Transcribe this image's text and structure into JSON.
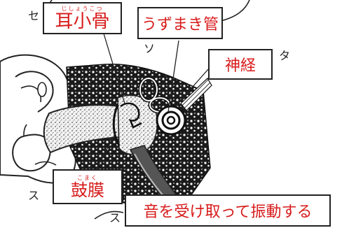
{
  "labels": {
    "ossicles": {
      "text": "耳小骨",
      "reading": "じしょうこつ"
    },
    "cochlea": {
      "text": "うずまき管"
    },
    "nerve": {
      "text": "神経"
    },
    "eardrum": {
      "text": "鼓膜",
      "reading": "こまく"
    },
    "function_note": {
      "text": "音を受け取って振動する"
    }
  },
  "blank_letters": {
    "se": "セ",
    "so": "ソ",
    "ta": "タ",
    "su_left": "ス",
    "su_bottom": "ス"
  },
  "colors": {
    "label_text": "#d81c1c",
    "outline": "#222222"
  }
}
